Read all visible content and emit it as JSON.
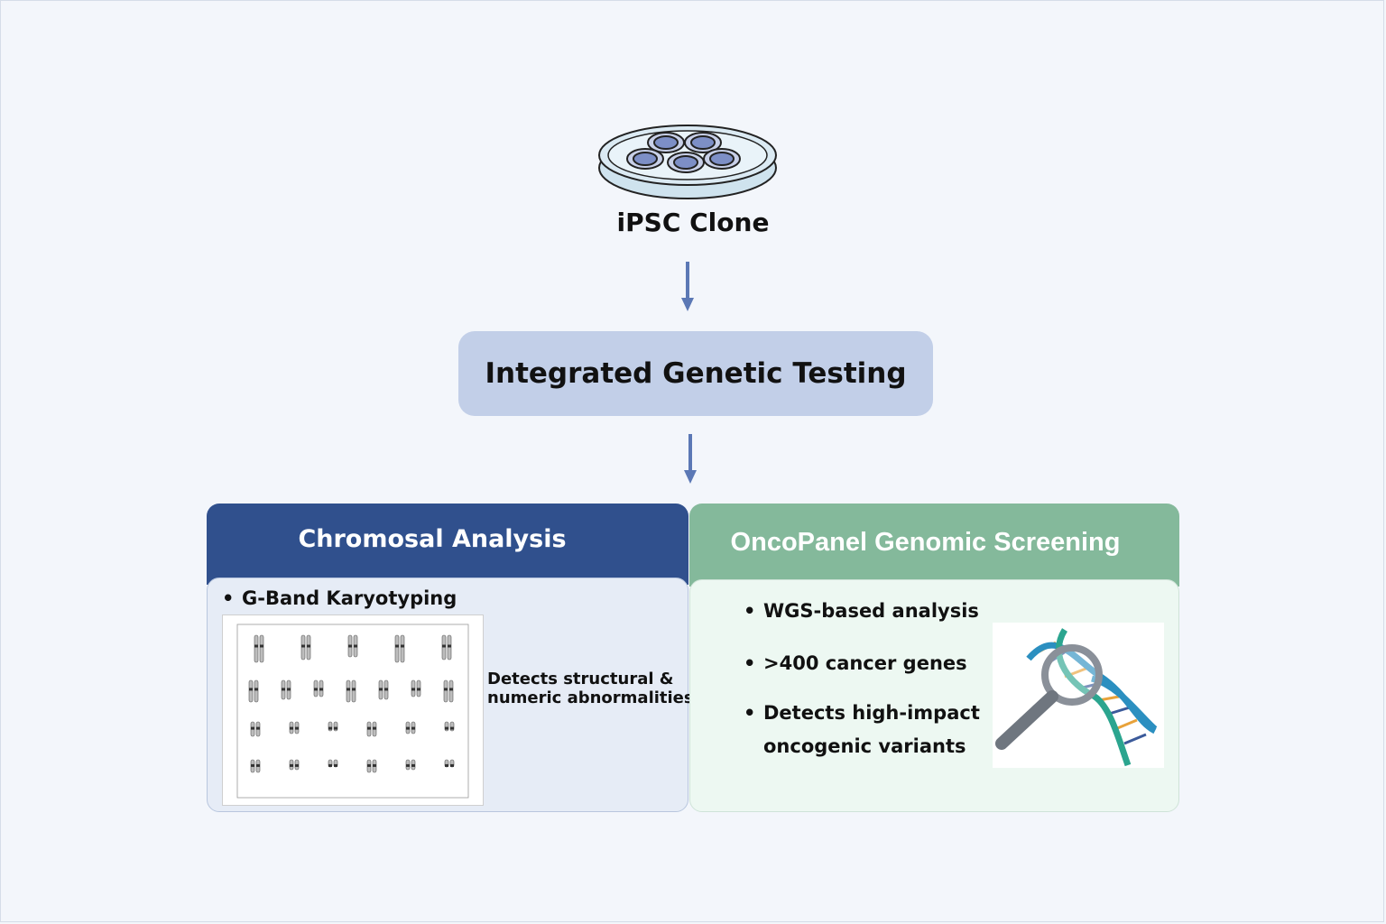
{
  "source": {
    "label": "iPSC Clone",
    "icon": "petri-dish-icon"
  },
  "main_step": {
    "label": "Integrated Genetic Testing"
  },
  "left_panel": {
    "title": "Chromosal Analysis",
    "bullet": "G-Band Karyotyping",
    "karyotype_icon": "karyotype-icon",
    "detects_line1": "Detects structural &",
    "detects_line2": "numeric abnormalities"
  },
  "right_panel": {
    "title": "OncoPanel Genomic Screening",
    "bullets": [
      "WGS-based analysis",
      ">400 cancer genes",
      "Detects high-impact"
    ],
    "bullet3_cont": "oncogenic variants",
    "dna_icon": "dna-magnifier-icon"
  },
  "colors": {
    "background": "#f3f6fb",
    "arrow": "#5b78b5",
    "title_box": "#c2cfe8",
    "left_header": "#30508d",
    "left_body": "#e6ecf6",
    "right_header": "#84b99b",
    "right_body": "#edf8f2"
  }
}
